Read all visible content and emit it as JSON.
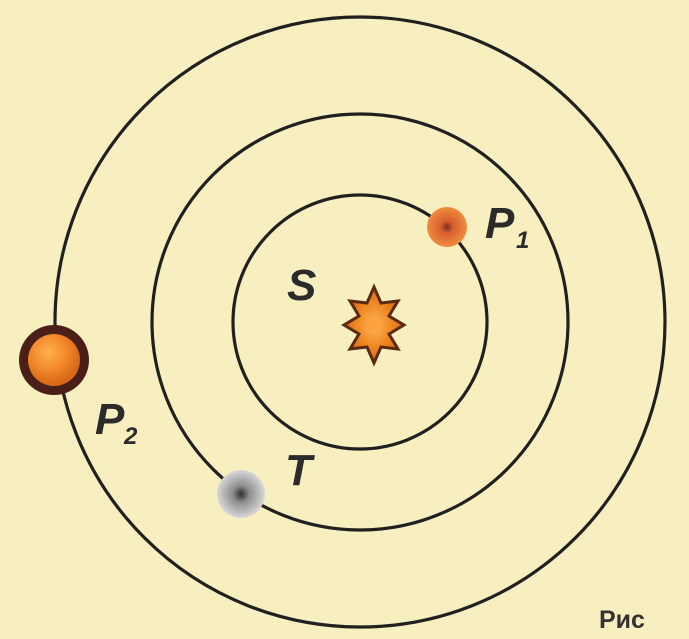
{
  "diagram": {
    "bodies": {
      "sun": {
        "label": "S",
        "color": "#f08a24",
        "outline": "#5a2b12"
      },
      "p1": {
        "label": "P",
        "subscript": "1",
        "color": "#e87832",
        "core": "#7a2f1f"
      },
      "p2": {
        "label": "P",
        "subscript": "2",
        "color": "#f28a2c",
        "ring": "#4a1f17"
      },
      "t": {
        "label": "T",
        "color": "#c8c8c8",
        "core": "#4c4c4c"
      }
    },
    "caption": "Рис"
  }
}
